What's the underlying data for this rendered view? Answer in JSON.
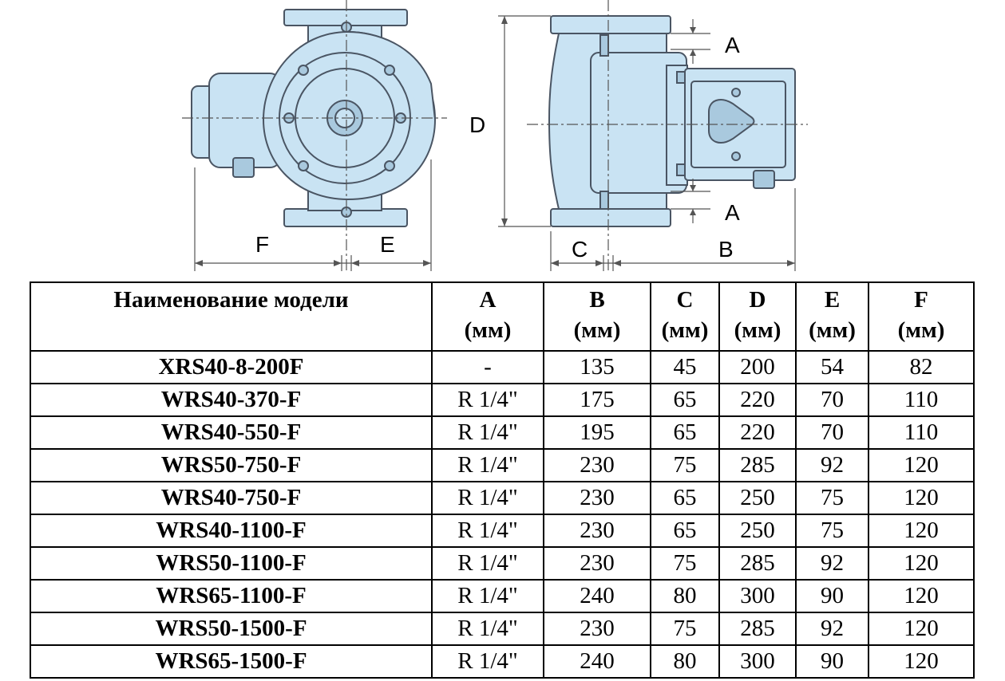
{
  "drawing": {
    "labels": {
      "A_top": "A",
      "A_bottom": "A",
      "B": "B",
      "C": "C",
      "D": "D",
      "E": "E",
      "F": "F"
    },
    "colors": {
      "pump_fill": "#c9e3f3",
      "pump_stroke": "#4a5563"
    }
  },
  "table": {
    "headers": [
      {
        "name": "Наименование модели",
        "unit": ""
      },
      {
        "name": "A",
        "unit": "(мм)"
      },
      {
        "name": "B",
        "unit": "(мм)"
      },
      {
        "name": "C",
        "unit": "(мм)"
      },
      {
        "name": "D",
        "unit": "(мм)"
      },
      {
        "name": "E",
        "unit": "(мм)"
      },
      {
        "name": "F",
        "unit": "(мм)"
      }
    ],
    "rows": [
      [
        "XRS40-8-200F",
        "-",
        "135",
        "45",
        "200",
        "54",
        "82"
      ],
      [
        "WRS40-370-F",
        "R 1/4\"",
        "175",
        "65",
        "220",
        "70",
        "110"
      ],
      [
        "WRS40-550-F",
        "R 1/4\"",
        "195",
        "65",
        "220",
        "70",
        "110"
      ],
      [
        "WRS50-750-F",
        "R 1/4\"",
        "230",
        "75",
        "285",
        "92",
        "120"
      ],
      [
        "WRS40-750-F",
        "R 1/4\"",
        "230",
        "65",
        "250",
        "75",
        "120"
      ],
      [
        "WRS40-1100-F",
        "R 1/4\"",
        "230",
        "65",
        "250",
        "75",
        "120"
      ],
      [
        "WRS50-1100-F",
        "R 1/4\"",
        "230",
        "75",
        "285",
        "92",
        "120"
      ],
      [
        "WRS65-1100-F",
        "R 1/4\"",
        "240",
        "80",
        "300",
        "90",
        "120"
      ],
      [
        "WRS50-1500-F",
        "R 1/4\"",
        "230",
        "75",
        "285",
        "92",
        "120"
      ],
      [
        "WRS65-1500-F",
        "R 1/4\"",
        "240",
        "80",
        "300",
        "90",
        "120"
      ]
    ]
  }
}
